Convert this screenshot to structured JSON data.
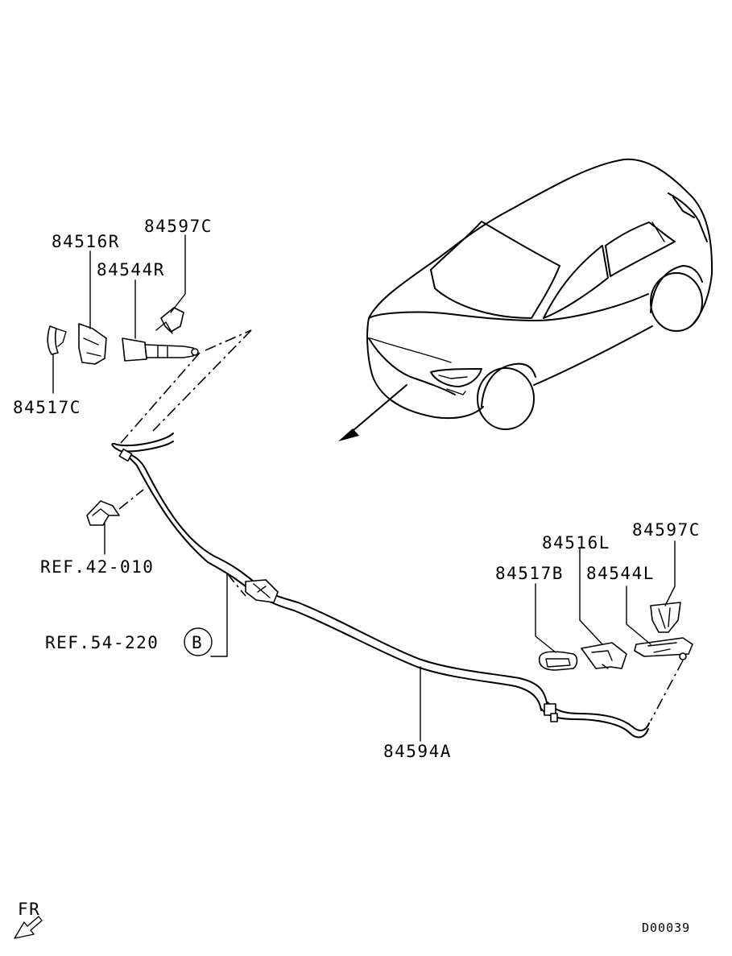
{
  "diagram": {
    "labels": {
      "p84516R": "84516R",
      "p84597C_top": "84597C",
      "p84544R": "84544R",
      "p84517C": "84517C",
      "ref42": "REF.42-010",
      "ref54": "REF.54-220",
      "ref54_circle": "B",
      "p84516L": "84516L",
      "p84597C_right": "84597C",
      "p84517B": "84517B",
      "p84544L": "84544L",
      "p84594A": "84594A",
      "fr": "FR",
      "code": "D00039"
    }
  }
}
